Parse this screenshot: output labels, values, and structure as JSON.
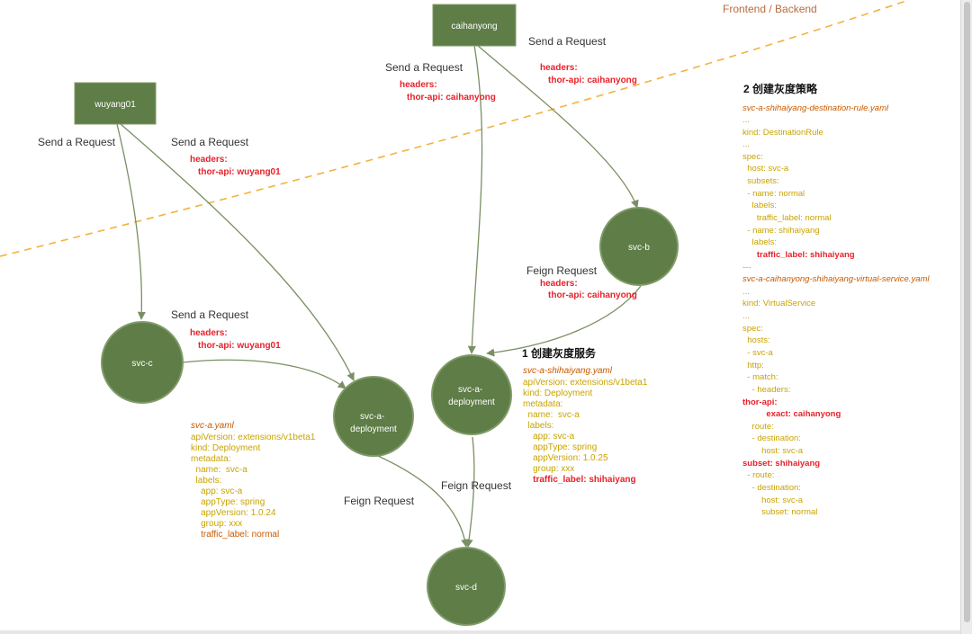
{
  "divider": {
    "label": "Frontend / Backend"
  },
  "nodes": {
    "caihanyong": "caihanyong",
    "wuyang01": "wuyang01",
    "svc_b": "svc-b",
    "svc_c": "svc-c",
    "svc_a_dep_left": [
      "svc-a-",
      "deployment"
    ],
    "svc_a_dep_right": [
      "svc-a-",
      "deployment"
    ],
    "svc_d": "svc-d"
  },
  "edge_labels": {
    "send_cai_left": "Send a Request",
    "send_cai_right": "Send a Request",
    "send_wu_left": "Send a Request",
    "send_wu_right": "Send a Request",
    "send_svc_c": "Send a Request",
    "feign_svc_b": "Feign Request",
    "feign_left": "Feign Request",
    "feign_right": "Feign Request"
  },
  "headers": {
    "headers_label": "headers:",
    "thor_key": "thor-api:",
    "cai_value": "caihanyong",
    "wu_value": "wuyang01"
  },
  "section1": {
    "title": "1  创建灰度服务",
    "filename": "svc-a-shihaiyang.yaml",
    "lines": [
      "apiVersion: extensions/v1beta1",
      "kind: Deployment",
      "metadata:",
      "  name:  svc-a",
      "  labels:",
      "    app: svc-a",
      "    appType: spring",
      "    appVersion: 1.0.25",
      "    group: xxx"
    ],
    "highlight_key": "    traffic_label:",
    "highlight_value": "shihaiyang"
  },
  "yaml_left": {
    "filename": "svc-a.yaml",
    "lines": [
      "apiVersion: extensions/v1beta1",
      "kind: Deployment",
      "metadata:",
      "  name:  svc-a",
      "  labels:",
      "    app: svc-a",
      "    appType: spring",
      "    appVersion: 1.0.24",
      "    group: xxx"
    ],
    "highlight_key": "    traffic_label:",
    "highlight_value": "normal"
  },
  "section2": {
    "title": "2 创建灰度策略",
    "dr_filename": "svc-a-shihaiyang-destination-rule.yaml",
    "dr_lines": [
      "...",
      "kind: DestinationRule",
      "...",
      "spec:",
      "  host: svc-a",
      "  subsets:",
      "  - name: normal",
      "    labels:",
      "      traffic_label: normal",
      "  - name: shihaiyang",
      "    labels:"
    ],
    "dr_highlight": "      traffic_label: shihaiyang",
    "separator": "---",
    "vs_filename": "svc-a-caihanyong-shihaiyang-virtual-service.yaml",
    "vs_lines_a": [
      "...",
      "kind: VirtualService",
      "...",
      "spec:",
      "  hosts:",
      "  - svc-a",
      "  http:",
      "  - match:",
      "    - headers:"
    ],
    "vs_thor": "thor-api:",
    "vs_exact": "          exact: caihanyong",
    "vs_lines_b": [
      "    route:",
      "    - destination:",
      "        host: svc-a"
    ],
    "vs_subset": "subset: shihaiyang",
    "vs_lines_c": [
      "  - route:",
      "    - destination:",
      "        host: svc-a",
      "        subset: normal"
    ]
  },
  "colors": {
    "node_fill": "#5e7d47",
    "node_stroke": "#7f9a68",
    "edge": "#7a8f63",
    "red": "#e8212a",
    "gold": "#c9a300",
    "orange": "#c85a00",
    "divider": "#f3b33d",
    "divider_label": "#b86b3f"
  }
}
